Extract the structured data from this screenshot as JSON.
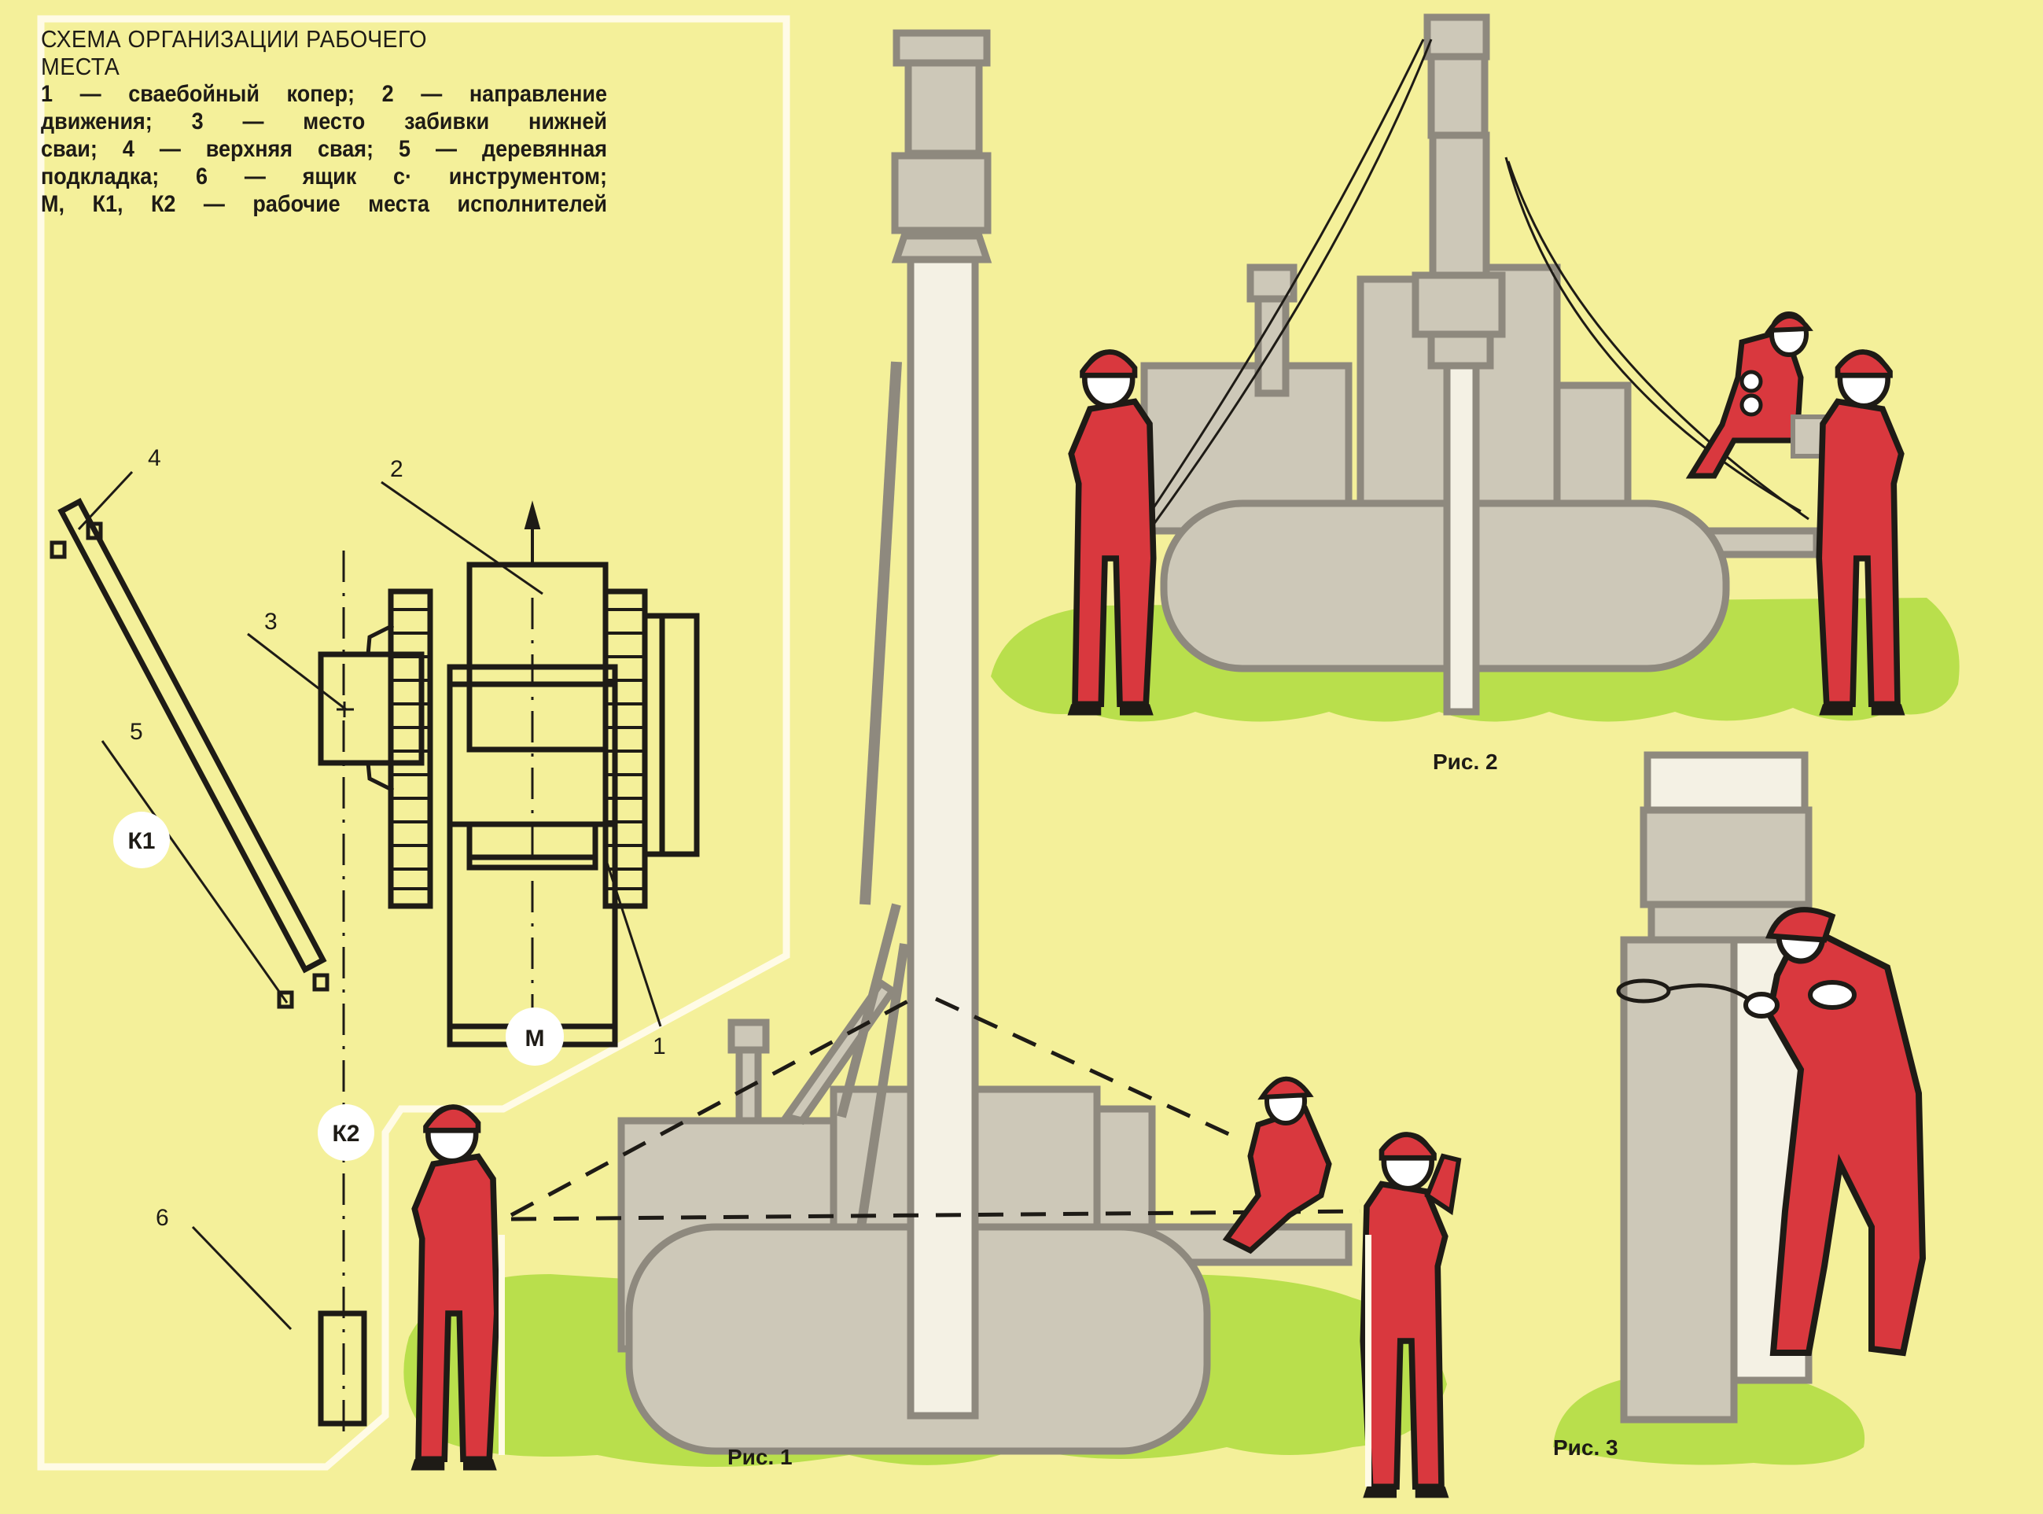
{
  "legend": {
    "title_line1": "СХЕМА ОРГАНИЗАЦИИ РАБОЧЕГО",
    "title_line2": "МЕСТА",
    "lines": [
      "1 — сваебойный копер; 2 — направление",
      "движения; 3 — место забивки нижней",
      "сваи; 4 — верхняя свая; 5 — деревянная",
      "подкладка; 6 — ящик с· инструментом;",
      "М, К1, К2 — рабочие места исполнителей"
    ]
  },
  "scheme": {
    "callouts": [
      "1",
      "2",
      "3",
      "4",
      "5",
      "6"
    ],
    "workplaces": [
      "К1",
      "К2",
      "М"
    ],
    "items": [
      {
        "number": "1",
        "meaning": "сваебойный копер"
      },
      {
        "number": "2",
        "meaning": "направление движения"
      },
      {
        "number": "3",
        "meaning": "место забивки нижней сваи"
      },
      {
        "number": "4",
        "meaning": "верхняя свая"
      },
      {
        "number": "5",
        "meaning": "деревянная подкладка"
      },
      {
        "number": "6",
        "meaning": "ящик с инструментом"
      }
    ]
  },
  "figures": {
    "fig1": "Рис. 1",
    "fig2": "Рис. 2",
    "fig3": "Рис. 3"
  },
  "colors": {
    "background": "#f4f09a",
    "panel_border": "#fffbe6",
    "machine_fill": "#cdc8b8",
    "machine_outline": "#8e897e",
    "worker_suit": "#d9383e",
    "ground": "#b9df4c",
    "ink": "#1e1b16"
  }
}
